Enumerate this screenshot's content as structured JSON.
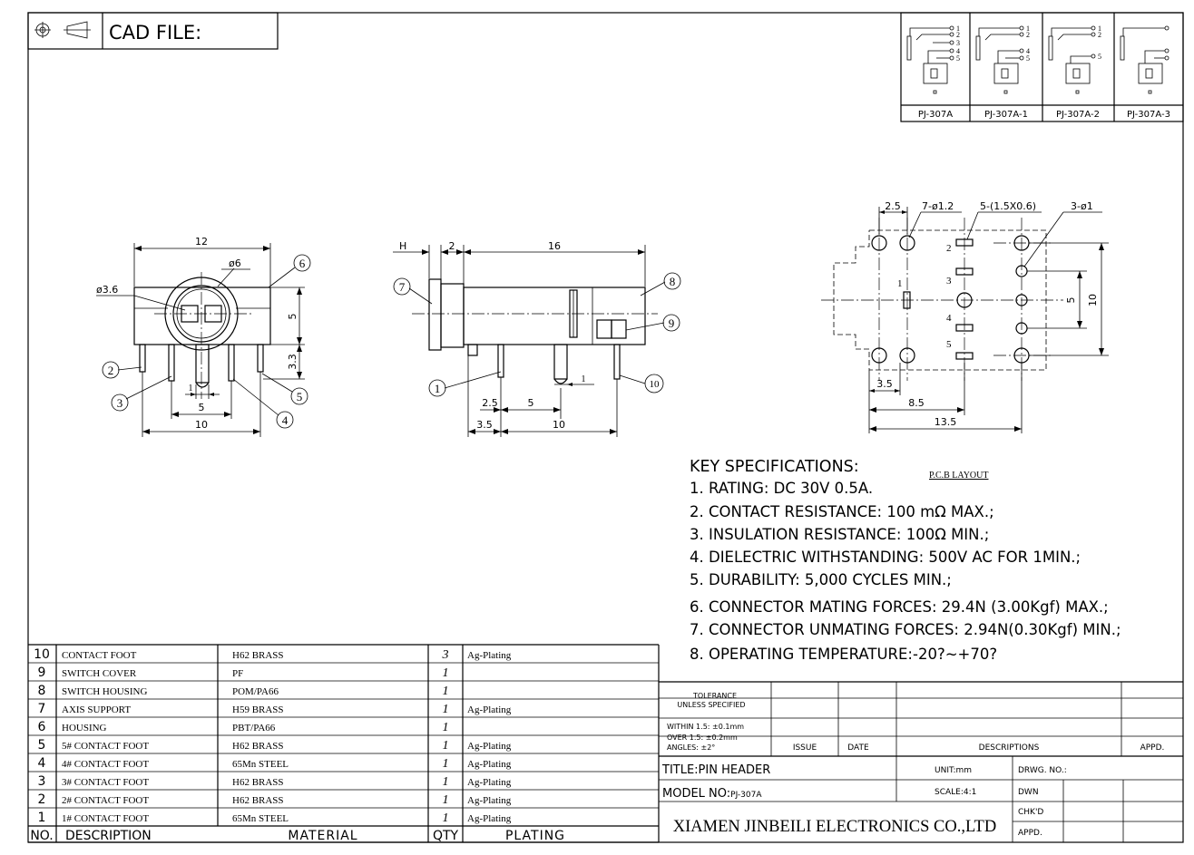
{
  "title_box": {
    "label": "CAD FILE:"
  },
  "variants": [
    "PJ-307A",
    "PJ-307A-1",
    "PJ-307A-2",
    "PJ-307A-3"
  ],
  "variant_pins": {
    "v0": [
      "1",
      "2",
      "3",
      "4",
      "5"
    ],
    "v1": [
      "1",
      "2",
      "4",
      "5"
    ],
    "v2": [
      "1",
      "2",
      "5"
    ]
  },
  "front_view": {
    "dims": {
      "width": "12",
      "hole": "ø6",
      "pin": "ø3.6",
      "height": "5",
      "leg": "3.3",
      "spacing": "5",
      "total": "10",
      "pitch": "1"
    },
    "balloons": [
      "6",
      "2",
      "3",
      "4",
      "5"
    ]
  },
  "side_view": {
    "dims": {
      "h": "H",
      "flange": "2",
      "length": "16",
      "a": "2.5",
      "b": "5",
      "c": "1",
      "d": "3.5",
      "e": "10"
    },
    "balloons": [
      "7",
      "8",
      "9",
      "1",
      "10"
    ]
  },
  "pcb_view": {
    "dims": {
      "top": "2.5",
      "holes": "7-ø1.2",
      "slots": "5-(1.5X0.6)",
      "bosses": "3-ø1",
      "right_a": "5",
      "right_b": "10",
      "b1": "3.5",
      "b2": "8.5",
      "b3": "13.5"
    },
    "pin_numbers": [
      "1",
      "2",
      "3",
      "4",
      "5"
    ],
    "caption": "P.C.B LAYOUT"
  },
  "specs": {
    "heading": "KEY SPECIFICATIONS:",
    "items": [
      "1. RATING: DC 30V 0.5A.",
      "2. CONTACT RESISTANCE: 100 mΩ MAX.;",
      "3. INSULATION RESISTANCE: 100Ω MIN.;",
      "4. DIELECTRIC WITHSTANDING: 500V AC FOR 1MIN.;",
      "5. DURABILITY: 5,000 CYCLES MIN.;",
      "6. CONNECTOR MATING FORCES: 29.4N (3.00Kgf) MAX.;",
      "7. CONNECTOR UNMATING FORCES: 2.94N(0.30Kgf) MIN.;",
      "8. OPERATING TEMPERATURE:-20?~+70?"
    ]
  },
  "bom": {
    "headers": [
      "NO.",
      "DESCRIPTION",
      "MATERIAL",
      "QTY",
      "PLATING"
    ],
    "rows": [
      [
        "10",
        "CONTACT FOOT",
        "H62 BRASS",
        "3",
        "Ag-Plating"
      ],
      [
        "9",
        "SWITCH COVER",
        "PF",
        "1",
        ""
      ],
      [
        "8",
        "SWITCH HOUSING",
        "POM/PA66",
        "1",
        ""
      ],
      [
        "7",
        "AXIS SUPPORT",
        "H59 BRASS",
        "1",
        "Ag-Plating"
      ],
      [
        "6",
        "HOUSING",
        "PBT/PA66",
        "1",
        ""
      ],
      [
        "5",
        "5# CONTACT FOOT",
        "H62 BRASS",
        "1",
        "Ag-Plating"
      ],
      [
        "4",
        "4# CONTACT FOOT",
        "65Mn STEEL",
        "1",
        "Ag-Plating"
      ],
      [
        "3",
        "3# CONTACT FOOT",
        "H62 BRASS",
        "1",
        "Ag-Plating"
      ],
      [
        "2",
        "2# CONTACT FOOT",
        "H62 BRASS",
        "1",
        "Ag-Plating"
      ],
      [
        "1",
        "1# CONTACT FOOT",
        "65Mn STEEL",
        "1",
        "Ag-Plating"
      ]
    ]
  },
  "title_block": {
    "tolerance_1": "TOLERANCE",
    "tolerance_2": "UNLESS SPECIFIED",
    "within": "WITHIN 1.5: ±0.1mm",
    "over": "OVER 1.5: ±0.2mm",
    "angles": "ANGLES: ±2°",
    "issue": "ISSUE",
    "date": "DATE",
    "descriptions": "DESCRIPTIONS",
    "appd": "APPD.",
    "title": "TITLE:PIN HEADER",
    "unit": "UNIT:mm",
    "drwg_no": "DRWG. NO.:",
    "model_label": "MODEL NO:",
    "model": "PJ-307A",
    "scale": "SCALE:4:1",
    "dwn": "DWN",
    "chkd": "CHK'D",
    "appd2": "APPD.",
    "company": "XIAMEN JINBEILI ELECTRONICS CO.,LTD"
  }
}
